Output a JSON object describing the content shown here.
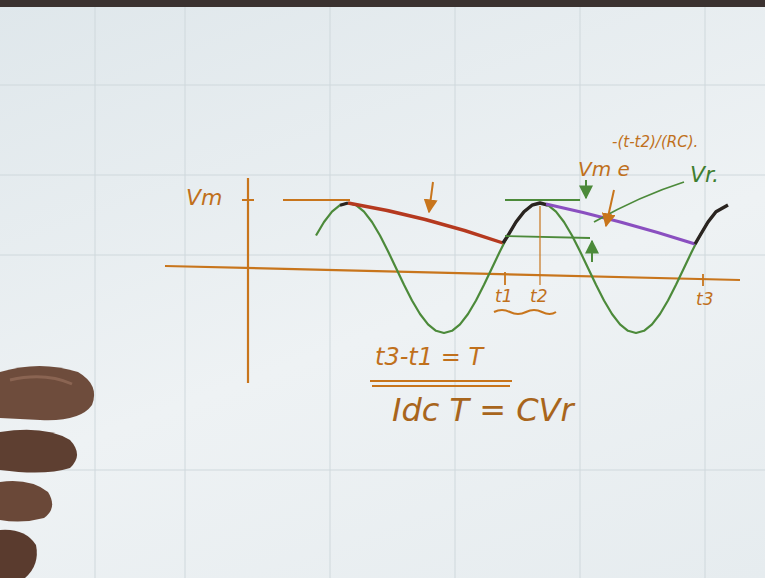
{
  "diagram": {
    "labels": [
      "Vm",
      "Vm e",
      "-(t-t2)/(RC).",
      "Vr.",
      "t1",
      "t2",
      "t3",
      "t3-t1 = T",
      "Idc T = CVr"
    ]
  }
}
